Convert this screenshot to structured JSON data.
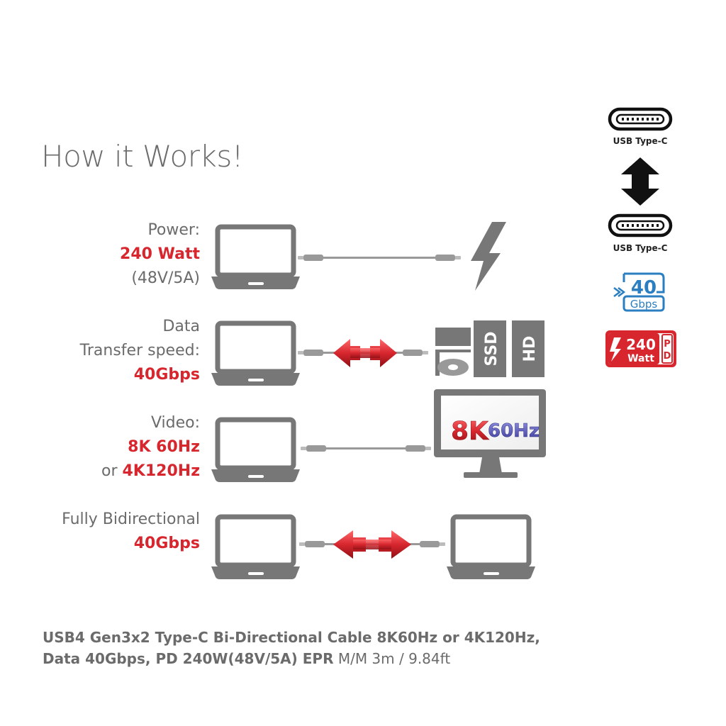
{
  "heading": "How it Works!",
  "rows": [
    {
      "id": "power",
      "lines": [
        {
          "text": "Power:",
          "style": "grey"
        },
        {
          "text": "240 Watt",
          "style": "red"
        },
        {
          "text": "(48V/5A)",
          "style": "grey"
        }
      ]
    },
    {
      "id": "data",
      "lines": [
        {
          "text": "Data",
          "style": "grey"
        },
        {
          "text": "Transfer speed:",
          "style": "grey"
        },
        {
          "text": "40Gbps",
          "style": "red"
        }
      ]
    },
    {
      "id": "video",
      "lines": [
        {
          "text": "Video:",
          "style": "grey"
        },
        {
          "text": "8K 60Hz",
          "style": "red"
        }
      ],
      "line3_prefix": "or ",
      "line3_red": "4K120Hz"
    },
    {
      "id": "bidir",
      "lines": [
        {
          "text": "Fully Bidirectional",
          "style": "grey"
        },
        {
          "text": "40Gbps",
          "style": "red"
        }
      ]
    }
  ],
  "storage": {
    "ssd": "SSD",
    "hd": "HD"
  },
  "monitor": {
    "res": "8K",
    "rate": "60Hz"
  },
  "sidebar": {
    "port_top": "USB Type-C",
    "port_bottom": "USB Type-C",
    "badge_40_num": "40",
    "badge_40_unit": "Gbps",
    "badge_pd_num": "240",
    "badge_pd_unit": "Watt",
    "badge_pd_letters": [
      "P",
      "D"
    ]
  },
  "caption": {
    "line1": "USB4 Gen3x2 Type-C Bi-Directional Cable 8K60Hz or 4K120Hz,",
    "line2_bold": "Data 40Gbps, PD 240W(48V/5A) EPR",
    "line2_rest": " M/M 3m / 9.84ft"
  },
  "colors": {
    "grey": "#6b6b6b",
    "red": "#d7262e",
    "blue": "#2b7fc1",
    "device": "#777777"
  }
}
